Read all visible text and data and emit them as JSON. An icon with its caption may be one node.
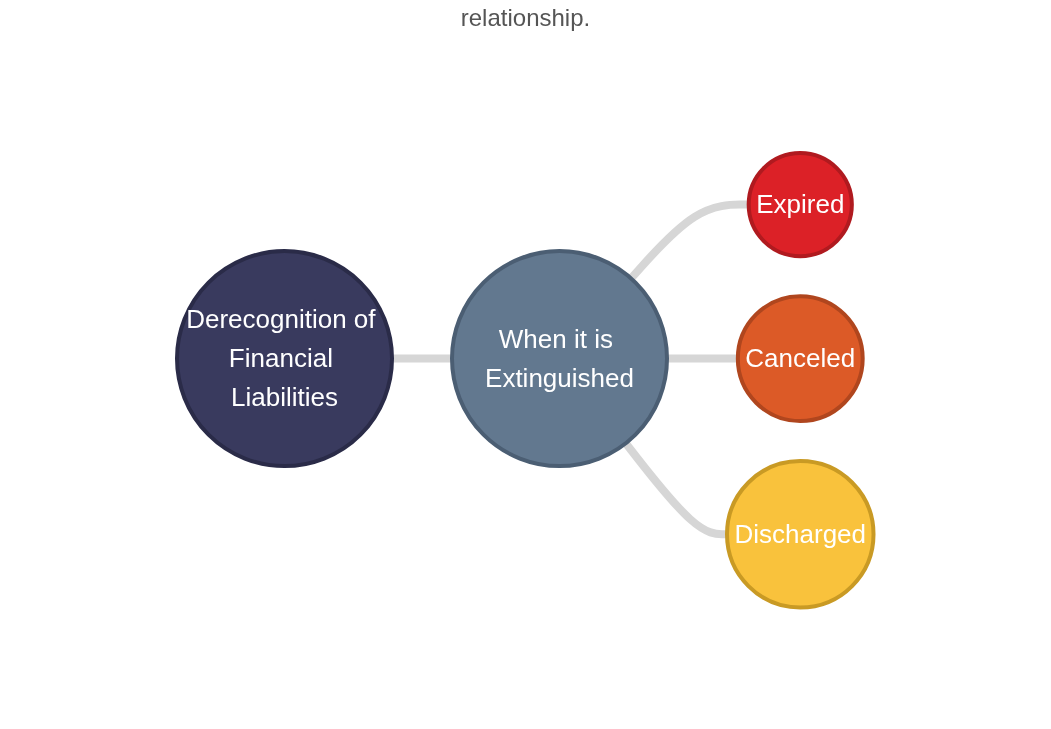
{
  "diagram": {
    "nodes": [
      {
        "text": [
          "Derecognition of Financial Liabilities"
        ]
      },
      {
        "text": [
          "When it is Extinguished"
        ]
      },
      {
        "text": [
          "Expired"
        ]
      },
      {
        "text": [
          "Canceled"
        ]
      },
      {
        "text": [
          "Discharged"
        ]
      }
    ],
    "edges": [
      {
        "from": 0,
        "to": 1,
        "arrow": "none"
      },
      {
        "from": 1,
        "to": 2,
        "arrow": "none"
      },
      {
        "from": 1,
        "to": 3,
        "arrow": "none"
      },
      {
        "from": 1,
        "to": 4,
        "arrow": "none"
      }
    ],
    "labels": [
      "relationship."
    ]
  }
}
